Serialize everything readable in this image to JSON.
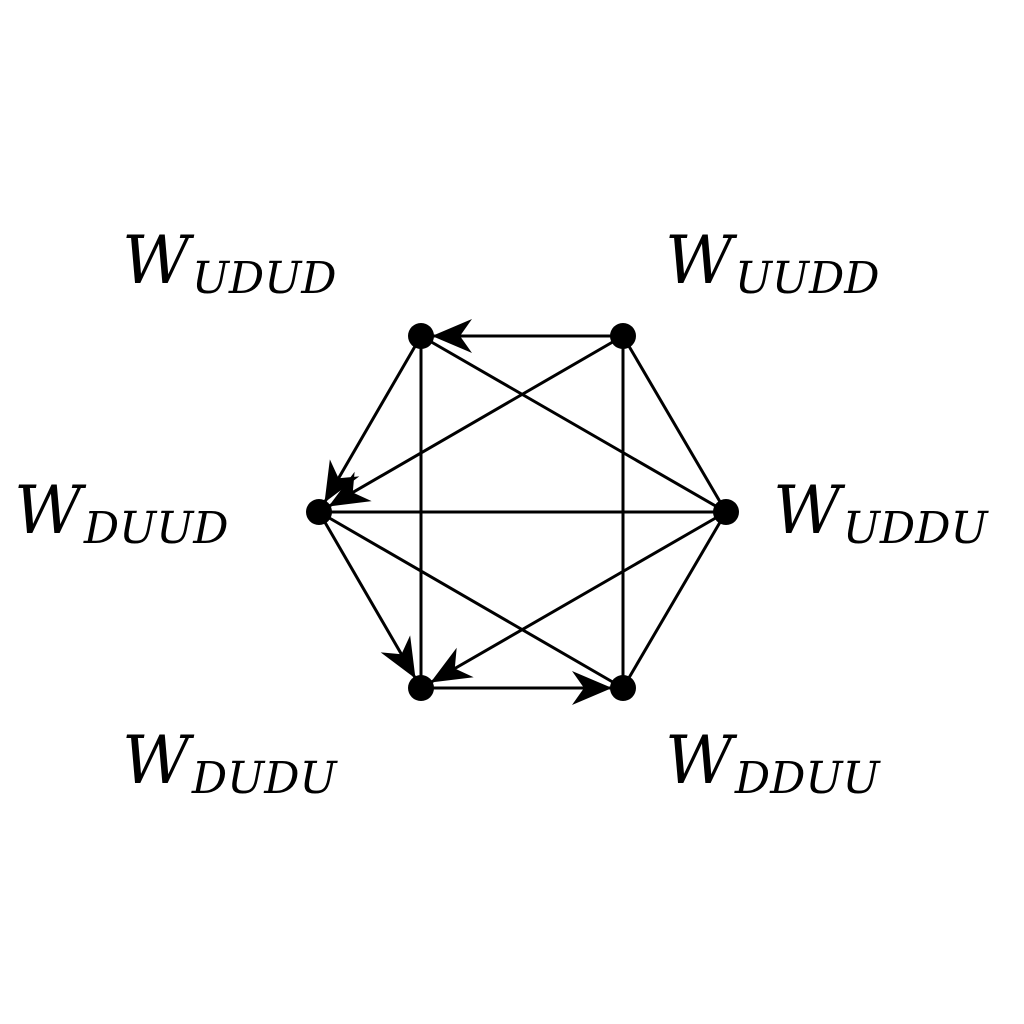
{
  "nodes": [
    {
      "id": "udud",
      "letter": "W",
      "subscript": "UDUD"
    },
    {
      "id": "uudd",
      "letter": "W",
      "subscript": "UUDD"
    },
    {
      "id": "duud",
      "letter": "W",
      "subscript": "DUUD"
    },
    {
      "id": "uddu",
      "letter": "W",
      "subscript": "UDDU"
    },
    {
      "id": "dudu",
      "letter": "W",
      "subscript": "DUDU"
    },
    {
      "id": "dduu",
      "letter": "W",
      "subscript": "DDUU"
    }
  ],
  "edges": [
    {
      "from": "uudd",
      "to": "udud",
      "directed": true
    },
    {
      "from": "udud",
      "to": "duud",
      "directed": true
    },
    {
      "from": "duud",
      "to": "dudu",
      "directed": true
    },
    {
      "from": "dudu",
      "to": "dduu",
      "directed": true
    },
    {
      "from": "uddu",
      "to": "dudu",
      "directed": true
    },
    {
      "from": "uudd",
      "to": "duud",
      "directed": true
    },
    {
      "from": "udud",
      "to": "uddu",
      "directed": false
    },
    {
      "from": "udud",
      "to": "dudu",
      "directed": false
    },
    {
      "from": "uudd",
      "to": "uddu",
      "directed": false
    },
    {
      "from": "uudd",
      "to": "dduu",
      "directed": false
    },
    {
      "from": "duud",
      "to": "uddu",
      "directed": false
    },
    {
      "from": "duud",
      "to": "dduu",
      "directed": false
    },
    {
      "from": "uddu",
      "to": "dduu",
      "directed": false
    }
  ],
  "colors": {
    "ink": "#000000",
    "background": "#ffffff"
  }
}
